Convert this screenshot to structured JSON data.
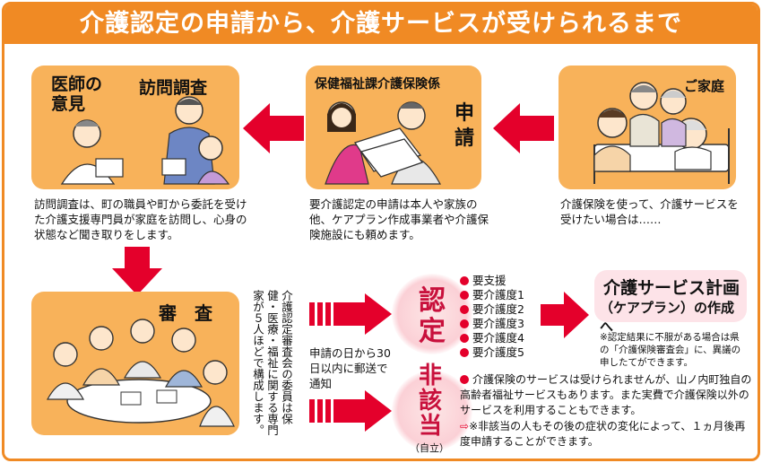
{
  "title": "介護認定の申請から、介護サービスが受けられるまで",
  "step_home": {
    "label": "ご家庭",
    "desc": "介護保険を使って、介護サービスを受けたい場合は……"
  },
  "step_apply": {
    "office": "保健福祉課介護保険係",
    "action": "申請",
    "desc": "要介護認定の申請は本人や家族の他、ケアプラン作成事業者や介護保険施設にも頼めます。"
  },
  "step_survey": {
    "label_doctor": "医師の意見",
    "label_visit": "訪問調査",
    "desc": "訪問調査は、町の職員や町から委託を受けた介護支援専門員が家庭を訪問し、心身の状態など聞き取りをします。"
  },
  "step_review": {
    "label": "審　査",
    "desc": "介護認定審査会の委員は保健・医療・福祉に関する専門家が５人ほどで構成します。"
  },
  "notice": "申請の日から30日以内に郵送で通知",
  "approved": {
    "label": "認定",
    "levels": [
      "要支援",
      "要介護度1",
      "要介護度2",
      "要介護度3",
      "要介護度4",
      "要介護度5"
    ]
  },
  "careplan": {
    "title": "介護サービス計画",
    "sub": "（ケアプラン）の作成へ",
    "note": "※認定結果に不服がある場合は県の「介護保険審査会」に、異議の申したてができます。"
  },
  "not_applicable": {
    "label": "非該当",
    "sub": "（自立）",
    "desc": "介護保険のサービスは受けられませんが、山ノ内町独自の高齢者福祉サービスもあります。また実費で介護保険以外のサービスを利用することもできます。",
    "note": "※非該当の人もその後の症状の変化によって、１ヵ月後再度申請することができます。"
  },
  "colors": {
    "frame": "#f08a24",
    "panel": "#f8b25a",
    "arrow": "#e4002b",
    "accent_text": "#c8103c"
  }
}
